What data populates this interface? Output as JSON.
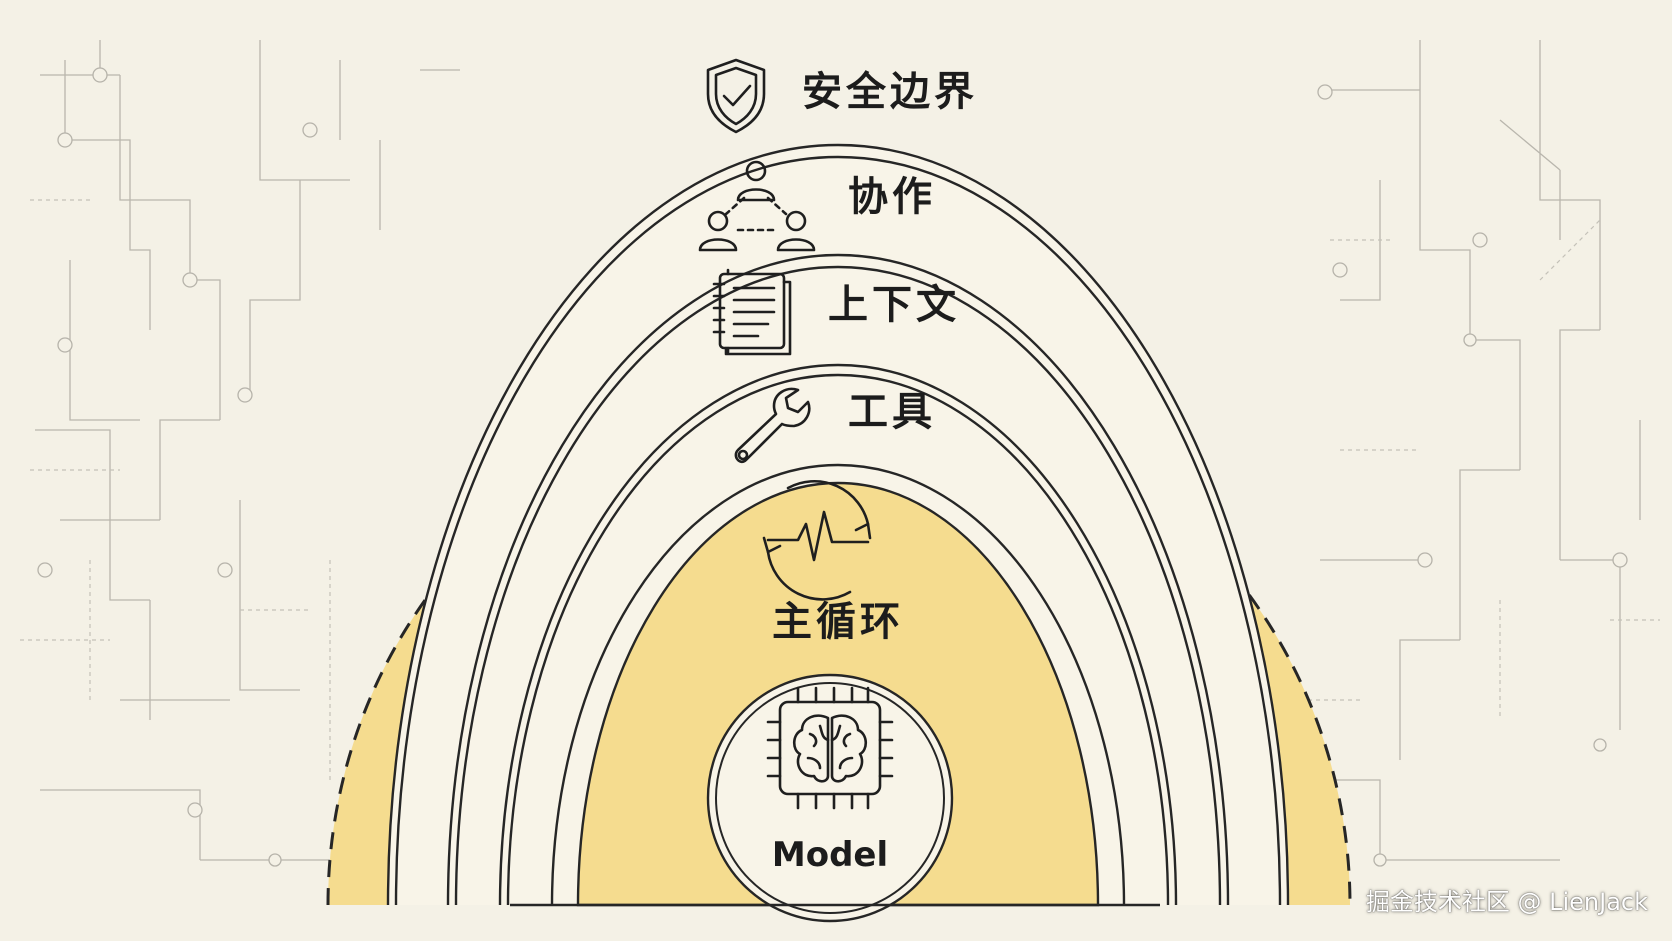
{
  "diagram": {
    "layers": [
      {
        "key": "security",
        "label": "安全边界",
        "icon": "shield-check-icon"
      },
      {
        "key": "collaboration",
        "label": "协作",
        "icon": "team-network-icon"
      },
      {
        "key": "context",
        "label": "上下文",
        "icon": "notebook-icon"
      },
      {
        "key": "tools",
        "label": "工具",
        "icon": "wrench-icon"
      },
      {
        "key": "main_loop",
        "label": "主循环",
        "icon": "pulse-cycle-icon"
      },
      {
        "key": "model",
        "label": "Model",
        "icon": "brain-chip-icon"
      }
    ],
    "colors": {
      "background": "#f4f1e6",
      "highlight": "#f5dc8f",
      "ring_fill": "#f8f4e8",
      "ink": "#1f1f1f"
    }
  },
  "watermark": "掘金技术社区 @ LienJack"
}
